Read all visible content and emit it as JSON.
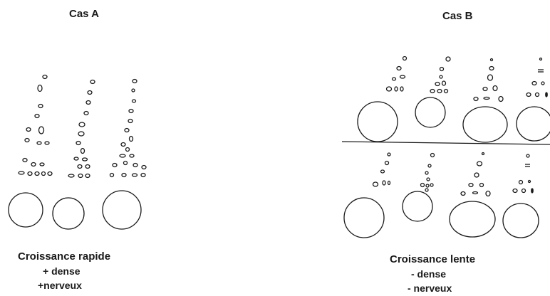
{
  "case_a": {
    "title": "Cas A",
    "caption": "Croissance rapide",
    "traits": [
      "+ dense",
      "+nerveux"
    ]
  },
  "case_b": {
    "title": "Cas B",
    "caption": "Croissance lente",
    "traits": [
      "- dense",
      "- nerveux"
    ]
  },
  "colors": {
    "stroke": "#1a1a1a",
    "background": "#ffffff"
  }
}
